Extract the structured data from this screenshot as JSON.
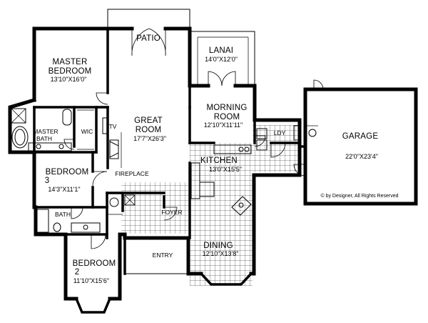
{
  "rooms": {
    "patio": {
      "name": "PATIO"
    },
    "lanai": {
      "name": "LANAI",
      "dims": "14'0\"X12'0\""
    },
    "master_bedroom": {
      "name_line1": "MASTER",
      "name_line2": "BEDROOM",
      "dims": "13'10\"X16'0\""
    },
    "great_room": {
      "name_line1": "GREAT",
      "name_line2": "ROOM",
      "dims": "17'7\"X26'3\""
    },
    "morning_room": {
      "name_line1": "MORNING",
      "name_line2": "ROOM",
      "dims": "12'10\"X11'11\""
    },
    "garage": {
      "name": "GARAGE",
      "dims": "22'0\"X23'4\""
    },
    "master_bath": {
      "name_line1": "MASTER",
      "name_line2": "BATH"
    },
    "wic": {
      "name": "WIC"
    },
    "tv": {
      "name": "TV"
    },
    "laundry": {
      "name": "LDY"
    },
    "kitchen": {
      "name": "KITCHEN",
      "dims": "13'0\"X15'5\""
    },
    "bedroom3": {
      "name_line1": "BEDROOM",
      "name_line2": "3",
      "dims": "14'3\"X11'1\""
    },
    "fireplace": {
      "name": "FIREPLACE"
    },
    "bath": {
      "name": "BATH"
    },
    "foyer": {
      "name": "FOYER"
    },
    "entry": {
      "name": "ENTRY"
    },
    "dining": {
      "name": "DINING",
      "dims": "12'10\"X13'8\""
    },
    "bedroom2": {
      "name_line1": "BEDROOM",
      "name_line2": "2",
      "dims": "11'10\"X15'6\""
    }
  },
  "copyright": "© by Designer, All Rights Reserved",
  "colors": {
    "wall": "#000000",
    "background": "#ffffff"
  }
}
